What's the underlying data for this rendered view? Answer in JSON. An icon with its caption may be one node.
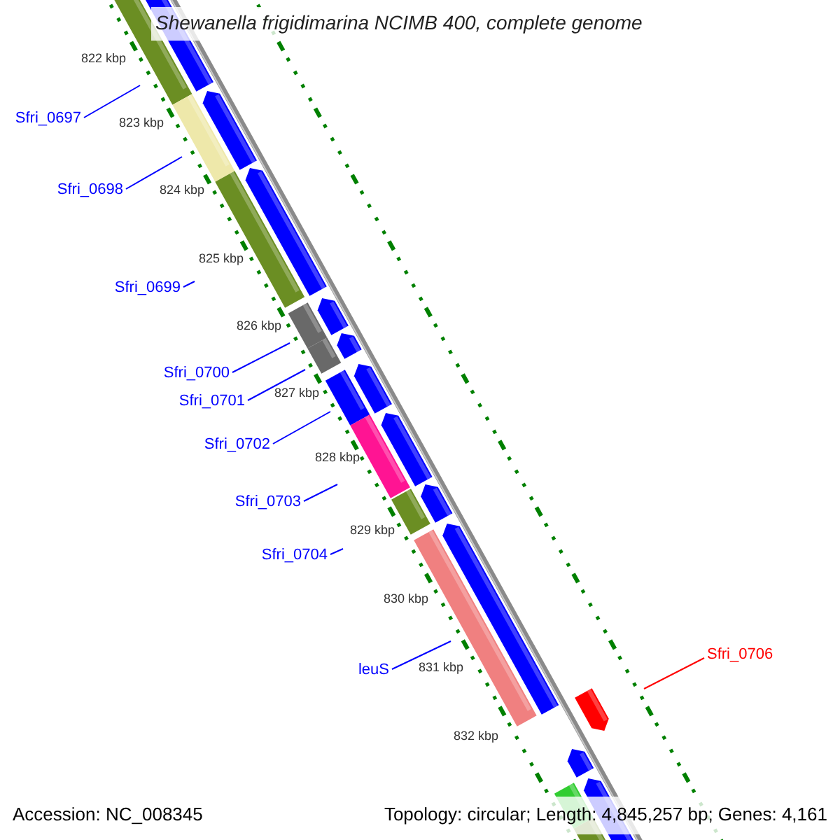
{
  "diagram": {
    "title": "Shewanella frigidimarina NCIMB 400, complete genome",
    "nodes": [
      {
        "text": [
          "Sfri_0697"
        ]
      },
      {
        "text": [
          "Sfri_0698"
        ]
      },
      {
        "text": [
          "Sfri_0699"
        ]
      },
      {
        "text": [
          "Sfri_0700"
        ]
      },
      {
        "text": [
          "Sfri_0701"
        ]
      },
      {
        "text": [
          "Sfri_0702"
        ]
      },
      {
        "text": [
          "Sfri_0703"
        ]
      },
      {
        "text": [
          "Sfri_0704"
        ]
      },
      {
        "text": [
          "leuS"
        ]
      },
      {
        "text": [
          "Sfri_0706"
        ]
      }
    ],
    "edges": [
      {
        "from": 0,
        "to": null,
        "arrow": "none"
      },
      {
        "from": 1,
        "to": null,
        "arrow": "none"
      },
      {
        "from": 2,
        "to": null,
        "arrow": "none"
      },
      {
        "from": 3,
        "to": null,
        "arrow": "none"
      },
      {
        "from": 4,
        "to": null,
        "arrow": "none"
      },
      {
        "from": 5,
        "to": null,
        "arrow": "none"
      },
      {
        "from": 6,
        "to": null,
        "arrow": "none"
      },
      {
        "from": 7,
        "to": null,
        "arrow": "none"
      },
      {
        "from": 8,
        "to": null,
        "arrow": "none"
      },
      {
        "from": 9,
        "to": null,
        "arrow": "none",
        "color": "#ff0000"
      }
    ],
    "labels": [
      "822 kbp",
      "823 kbp",
      "824 kbp",
      "825 kbp",
      "826 kbp",
      "827 kbp",
      "828 kbp",
      "829 kbp",
      "830 kbp",
      "831 kbp",
      "832 kbp",
      "Accession: NC_008345",
      "Topology: circular; Length: 4,845,257 bp; Genes: 4,161"
    ]
  }
}
